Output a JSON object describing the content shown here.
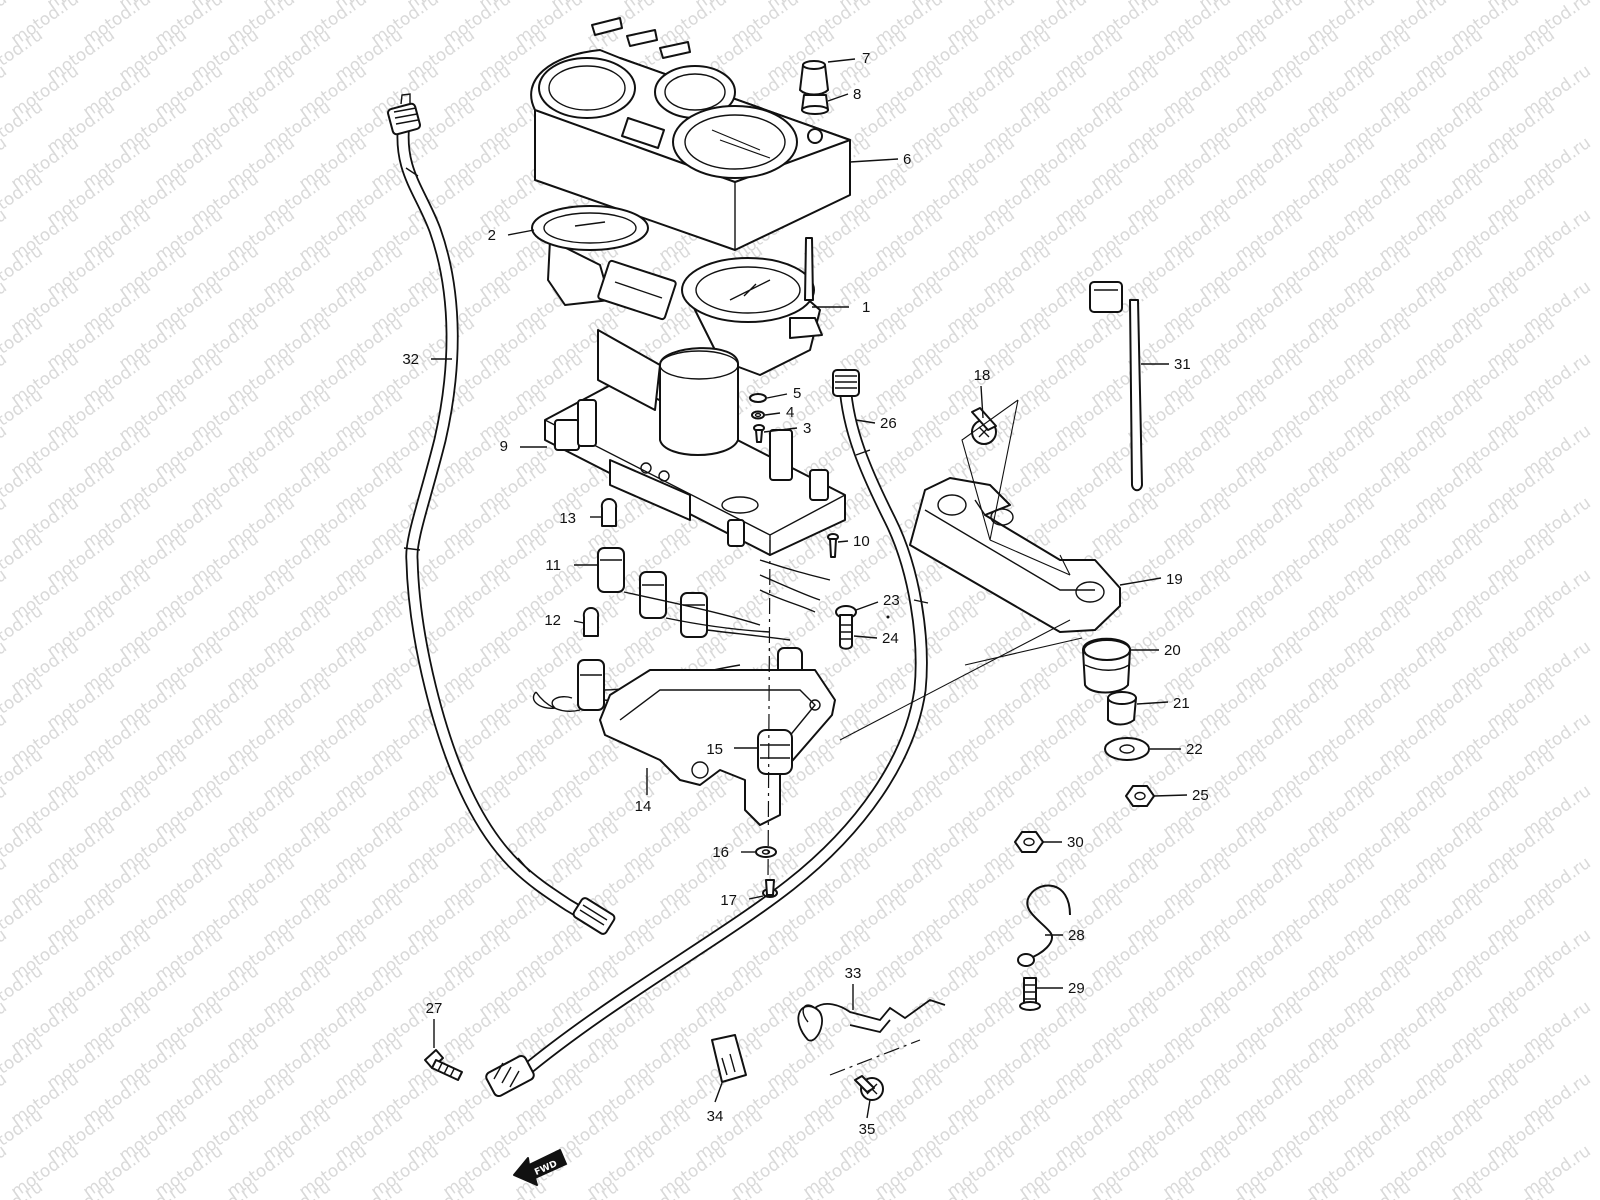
{
  "watermark": {
    "text": "motod.ru"
  },
  "fwd_label": "FWD",
  "colors": {
    "ink": "#111111",
    "watermark": "#d9d9d9",
    "background": "#ffffff"
  },
  "callouts": [
    {
      "id": "1",
      "label": "1"
    },
    {
      "id": "2",
      "label": "2"
    },
    {
      "id": "3",
      "label": "3"
    },
    {
      "id": "4",
      "label": "4"
    },
    {
      "id": "5",
      "label": "5"
    },
    {
      "id": "6",
      "label": "6"
    },
    {
      "id": "7",
      "label": "7"
    },
    {
      "id": "8",
      "label": "8"
    },
    {
      "id": "9",
      "label": "9"
    },
    {
      "id": "10",
      "label": "10"
    },
    {
      "id": "11",
      "label": "11"
    },
    {
      "id": "12",
      "label": "12"
    },
    {
      "id": "13",
      "label": "13"
    },
    {
      "id": "14",
      "label": "14"
    },
    {
      "id": "15",
      "label": "15"
    },
    {
      "id": "16",
      "label": "16"
    },
    {
      "id": "17",
      "label": "17"
    },
    {
      "id": "18",
      "label": "18"
    },
    {
      "id": "19",
      "label": "19"
    },
    {
      "id": "20",
      "label": "20"
    },
    {
      "id": "21",
      "label": "21"
    },
    {
      "id": "22",
      "label": "22"
    },
    {
      "id": "23",
      "label": "23"
    },
    {
      "id": "24",
      "label": "24"
    },
    {
      "id": "25",
      "label": "25"
    },
    {
      "id": "26",
      "label": "26"
    },
    {
      "id": "27",
      "label": "27"
    },
    {
      "id": "28",
      "label": "28"
    },
    {
      "id": "29",
      "label": "29"
    },
    {
      "id": "30",
      "label": "30"
    },
    {
      "id": "31",
      "label": "31"
    },
    {
      "id": "32",
      "label": "32"
    },
    {
      "id": "33",
      "label": "33"
    },
    {
      "id": "34",
      "label": "34"
    },
    {
      "id": "35",
      "label": "35"
    }
  ]
}
